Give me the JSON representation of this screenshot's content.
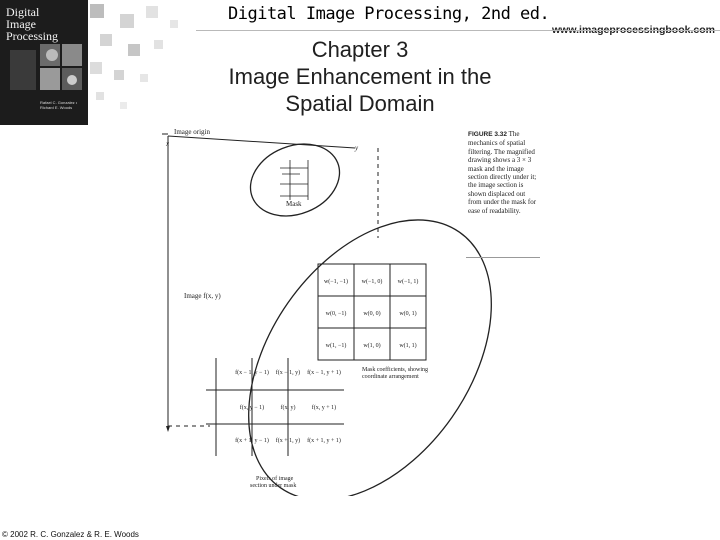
{
  "book_cover": {
    "title_lines": [
      "Digital",
      "Image",
      "Processing"
    ],
    "authors": "Rafael C. Gonzalez • Richard E. Woods"
  },
  "header": {
    "title": "Digital Image Processing, 2nd ed.",
    "url": "www.imageprocessingbook.com"
  },
  "slide": {
    "title_line1": "Chapter 3",
    "title_line2": "Image Enhancement in the",
    "title_line3": "Spatial Domain"
  },
  "figure": {
    "label_image_origin": "Image origin",
    "axis_x": "x",
    "axis_y": "y",
    "label_mask": "Mask",
    "label_image": "Image f(x, y)",
    "mask_cells": [
      [
        "w(−1, −1)",
        "w(−1, 0)",
        "w(−1, 1)"
      ],
      [
        "w(0, −1)",
        "w(0, 0)",
        "w(0, 1)"
      ],
      [
        "w(1, −1)",
        "w(1, 0)",
        "w(1, 1)"
      ]
    ],
    "image_cells": [
      [
        "f(x − 1, y − 1)",
        "f(x − 1, y)",
        "f(x − 1, y + 1)"
      ],
      [
        "f(x, y − 1)",
        "f(x, y)",
        "f(x, y + 1)"
      ],
      [
        "f(x + 1, y − 1)",
        "f(x + 1, y)",
        "f(x + 1, y + 1)"
      ]
    ],
    "label_mask_coefficients_line1": "Mask coefficients, showing",
    "label_mask_coefficients_line2": "coordinate arrangement",
    "label_pixels_line1": "Pixels of image",
    "label_pixels_line2": "section under mask",
    "caption_label": "FIGURE 3.32",
    "caption_text": "The mechanics of spatial filtering. The magnified drawing shows a 3 × 3 mask and the image section directly under it; the image section is shown displaced out from under the mask for ease of readability."
  },
  "footer": {
    "copyright": "© 2002 R. C. Gonzalez & R. E. Woods"
  }
}
